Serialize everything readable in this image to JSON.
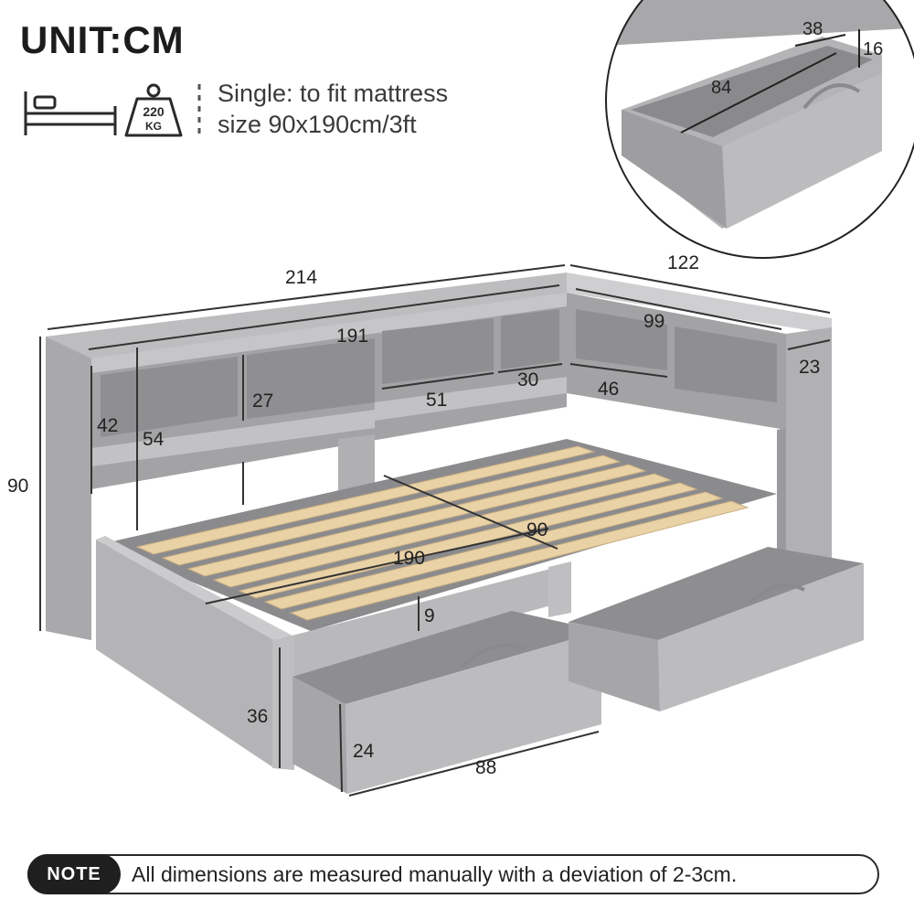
{
  "header": {
    "title": "UNIT:CM",
    "weight_icon_value": "220",
    "weight_icon_unit": "KG",
    "spec_line_1": "Single: to fit mattress",
    "spec_line_2": "size 90x190cm/3ft"
  },
  "dimensions": {
    "total_length": "214",
    "total_depth": "122",
    "total_height": "90",
    "inner_length": "191",
    "side_inner_length": "99",
    "side_depth": "23",
    "shelf_height_a": "42",
    "shelf_height_b": "54",
    "shelf_height_c": "27",
    "shelf_width_a": "51",
    "shelf_width_b": "30",
    "shelf_width_c": "46",
    "mattress_length": "190",
    "mattress_width": "90",
    "rail_height": "9",
    "frame_height": "36",
    "drawer_height": "24",
    "drawer_length": "88"
  },
  "drawer_inset": {
    "width": "38",
    "height": "16",
    "length": "84"
  },
  "note": {
    "badge": "NOTE",
    "text": "All dimensions are measured manually with a deviation of 2-3cm."
  },
  "colors": {
    "frame_gray": "#a9a9ab",
    "frame_dark": "#8c8c8f",
    "frame_light": "#c4c4c6",
    "slat_wood": "#e8d2a8",
    "dimension_line": "#333333"
  }
}
